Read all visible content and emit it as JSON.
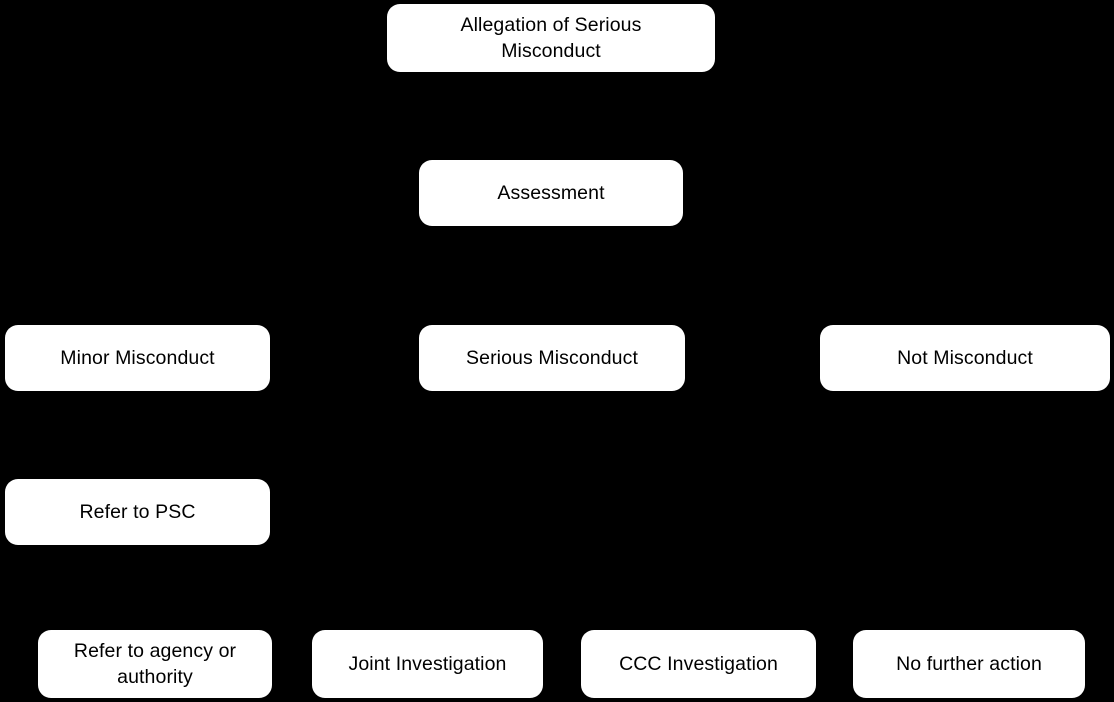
{
  "diagram": {
    "type": "flowchart",
    "background_color": "#000000",
    "node_fill_color": "#FFFFFF",
    "node_text_color": "#000000",
    "rows": [
      {
        "row": 1,
        "nodes": [
          {
            "id": "allegation",
            "label": "Allegation of Serious\nMisconduct"
          }
        ]
      },
      {
        "row": 2,
        "nodes": [
          {
            "id": "assessment",
            "label": "Assessment"
          }
        ]
      },
      {
        "row": 3,
        "nodes": [
          {
            "id": "minor",
            "label": "Minor Misconduct"
          },
          {
            "id": "serious",
            "label": "Serious Misconduct"
          },
          {
            "id": "not",
            "label": "Not Misconduct"
          }
        ]
      },
      {
        "row": 4,
        "nodes": [
          {
            "id": "psc",
            "label": "Refer to PSC"
          }
        ]
      },
      {
        "row": 5,
        "nodes": [
          {
            "id": "agency",
            "label": "Refer to agency or\nauthority"
          },
          {
            "id": "joint",
            "label": "Joint Investigation"
          },
          {
            "id": "ccc",
            "label": "CCC Investigation"
          },
          {
            "id": "nofurther",
            "label": "No further action"
          }
        ]
      }
    ]
  }
}
